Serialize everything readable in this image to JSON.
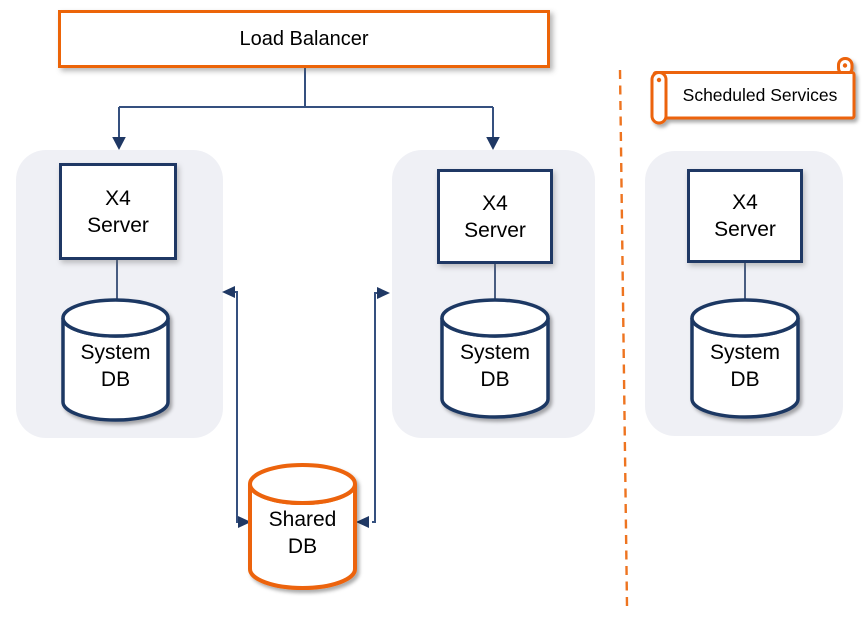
{
  "title": "X4 load-balanced architecture diagram",
  "colors": {
    "navy": "#1F3864",
    "connector_blue": "#35507F",
    "orange": "#EC6408",
    "group_fill": "#EFF0F5"
  },
  "load_balancer": {
    "label": "Load Balancer"
  },
  "scheduled_services": {
    "label": "Scheduled Services"
  },
  "clusters": [
    {
      "id": "left",
      "server_line1": "X4",
      "server_line2": "Server",
      "db_line1": "System",
      "db_line2": "DB"
    },
    {
      "id": "middle",
      "server_line1": "X4",
      "server_line2": "Server",
      "db_line1": "System",
      "db_line2": "DB"
    },
    {
      "id": "scheduled",
      "server_line1": "X4",
      "server_line2": "Server",
      "db_line1": "System",
      "db_line2": "DB"
    }
  ],
  "shared_db": {
    "line1": "Shared",
    "line2": "DB"
  }
}
